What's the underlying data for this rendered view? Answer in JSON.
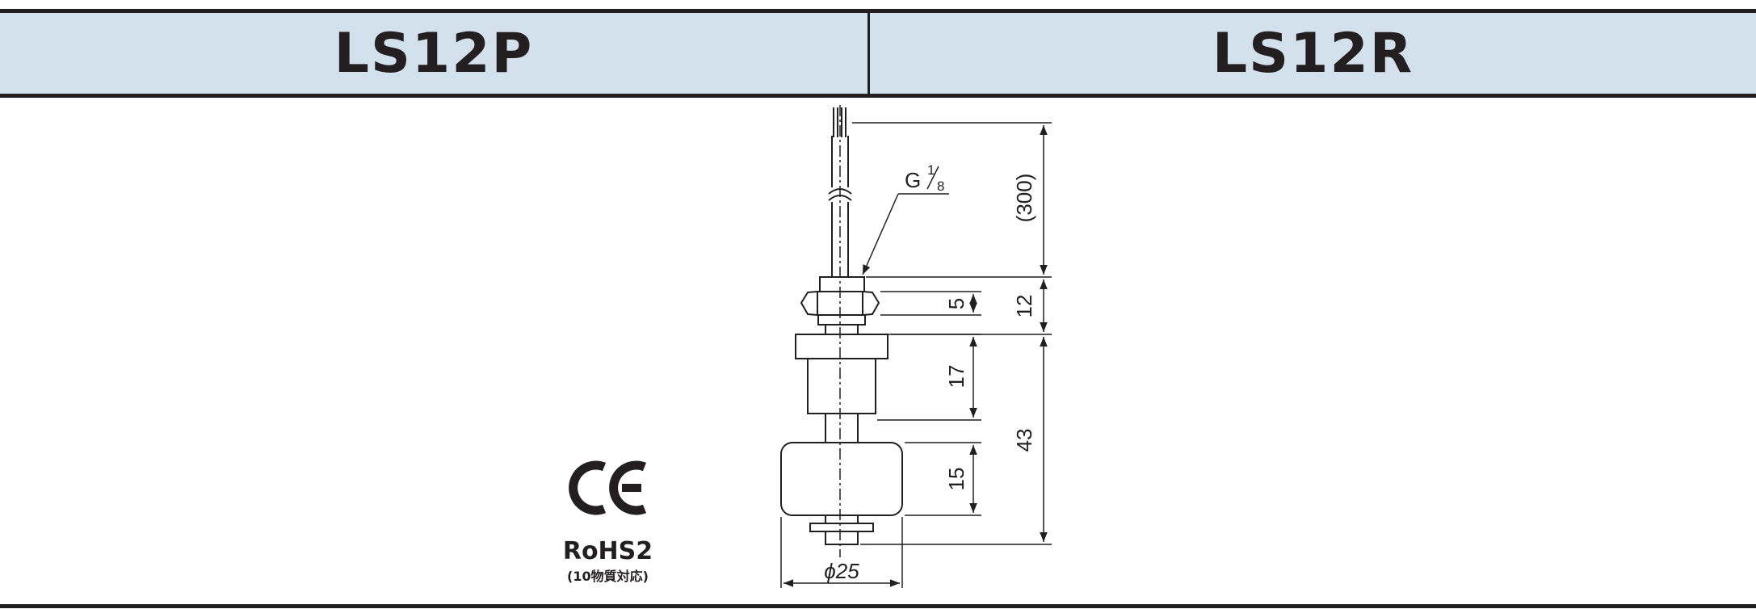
{
  "header": {
    "left_model": "LS12P",
    "right_model": "LS12R"
  },
  "drawing": {
    "thread_letter": "G",
    "thread_numerator": "1",
    "thread_denominator": "8",
    "dim_cable": "(300)",
    "dim_nut": "5",
    "dim_fitting": "12",
    "dim_stem": "17",
    "dim_total": "43",
    "dim_float": "15",
    "dim_diameter": "ϕ25"
  },
  "marks": {
    "ce": "CE",
    "rohs": "RoHS2",
    "rohs_note": "(10物質対応)"
  }
}
